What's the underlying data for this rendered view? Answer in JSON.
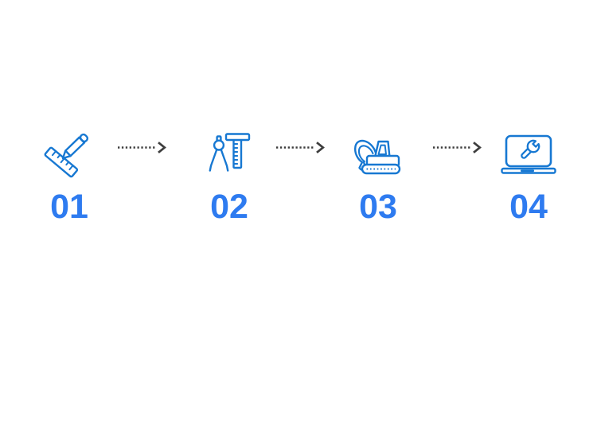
{
  "page": {
    "type": "process-steps-infographic",
    "background": "#ffffff"
  },
  "colors": {
    "icon_stroke": "#1778d2",
    "step_number": "#2e7bf0",
    "arrow": "#3d3d3d"
  },
  "steps": [
    {
      "number": "01",
      "icon": "ruler-pencil-icon"
    },
    {
      "number": "02",
      "icon": "drafting-compass-tsquare-icon"
    },
    {
      "number": "03",
      "icon": "excavator-icon"
    },
    {
      "number": "04",
      "icon": "laptop-wrench-icon"
    }
  ],
  "connectors": [
    {
      "icon": "dashed-arrow-right-icon"
    },
    {
      "icon": "dashed-arrow-right-icon"
    },
    {
      "icon": "dashed-arrow-right-icon"
    }
  ]
}
